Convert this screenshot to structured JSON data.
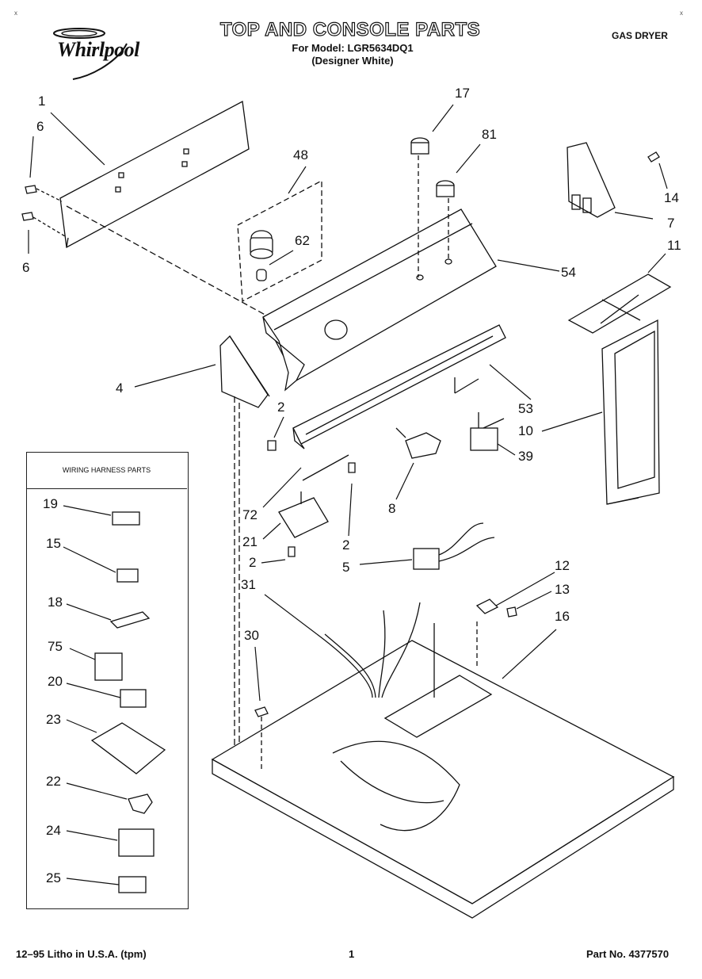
{
  "header": {
    "title": "TOP AND CONSOLE PARTS",
    "model": "For Model: LGR5634DQ1",
    "color": "(Designer White)",
    "product": "GAS DRYER",
    "brand": "Whirlpool",
    "corner_marks": [
      "x",
      "x"
    ]
  },
  "harness": {
    "title": "WIRING HARNESS PARTS"
  },
  "part_labels": [
    "1",
    "6",
    "6",
    "48",
    "62",
    "17",
    "81",
    "14",
    "7",
    "54",
    "11",
    "4",
    "53",
    "2",
    "10",
    "39",
    "72",
    "8",
    "21",
    "2",
    "2",
    "5",
    "12",
    "13",
    "16",
    "31",
    "30",
    "19",
    "15",
    "18",
    "75",
    "20",
    "23",
    "22",
    "24",
    "25"
  ],
  "footer": {
    "left": "12–95 Litho in U.S.A. (tpm)",
    "page": "1",
    "part_no": "Part No. 4377570"
  }
}
